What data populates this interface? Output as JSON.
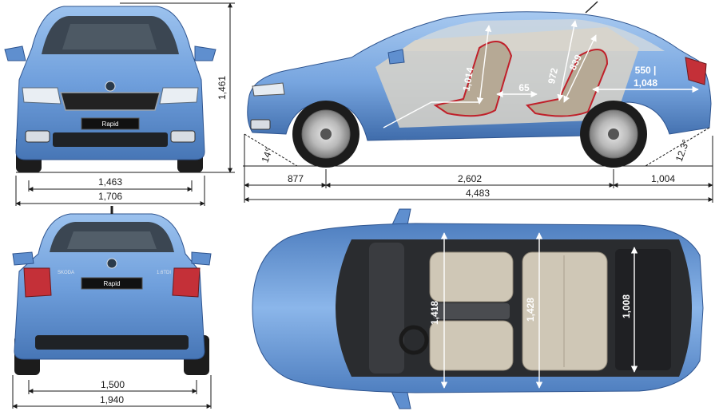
{
  "colors": {
    "body": "#6f9fdc",
    "body_dark": "#3e6fae",
    "glass": "#2c3540",
    "seat_outline": "#c0202a",
    "dim_line": "#1a1a1a"
  },
  "front_view": {
    "plate": "Rapid",
    "track": "1,463",
    "width": "1,706",
    "height": "1,461"
  },
  "rear_view": {
    "plate": "Rapid",
    "badge_left": "SKODA",
    "badge_right": "1.6TDI",
    "track": "1,500",
    "width_mirrors": "1,940"
  },
  "side_view": {
    "front_overhang": "877",
    "wheelbase": "2,602",
    "rear_overhang": "1,004",
    "length": "4,483",
    "approach_angle": "14°",
    "departure_angle": "12.3°",
    "front_headroom": "1,014",
    "rear_headroom": "972",
    "rear_seat_height": "839",
    "knee_room": "65",
    "boot_depth": "550 |",
    "boot_length": "1,048"
  },
  "top_view": {
    "front_shoulder": "1,418",
    "rear_shoulder": "1,428",
    "boot_width": "1,008"
  }
}
